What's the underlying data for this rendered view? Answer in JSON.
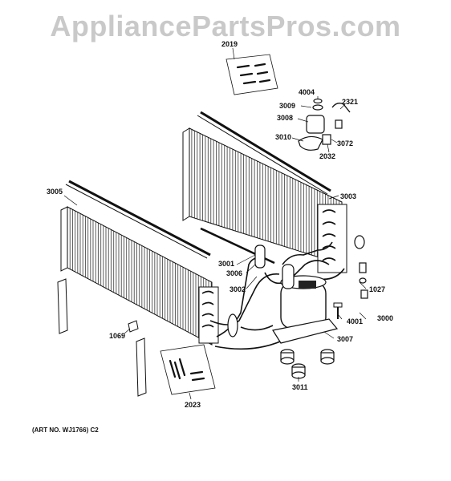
{
  "watermark": "AppliancePartsPros.com",
  "footer": {
    "art_no": "(ART NO. WJ1766) C2"
  },
  "callouts": {
    "c2019": "2019",
    "c4004": "4004",
    "c2321": "2321",
    "c3009": "3009",
    "c3008": "3008",
    "c3010": "3010",
    "c3072": "3072",
    "c2032": "2032",
    "c3005": "3005",
    "c3003": "3003",
    "c3001": "3001",
    "c3006": "3006",
    "c3002": "3002",
    "c1027": "1027",
    "c3000": "3000",
    "c4001": "4001",
    "c1069": "1069",
    "c3007": "3007",
    "c3011": "3011",
    "c2023": "2023"
  },
  "colors": {
    "line": "#111111",
    "watermark": "#c9c9c9"
  }
}
